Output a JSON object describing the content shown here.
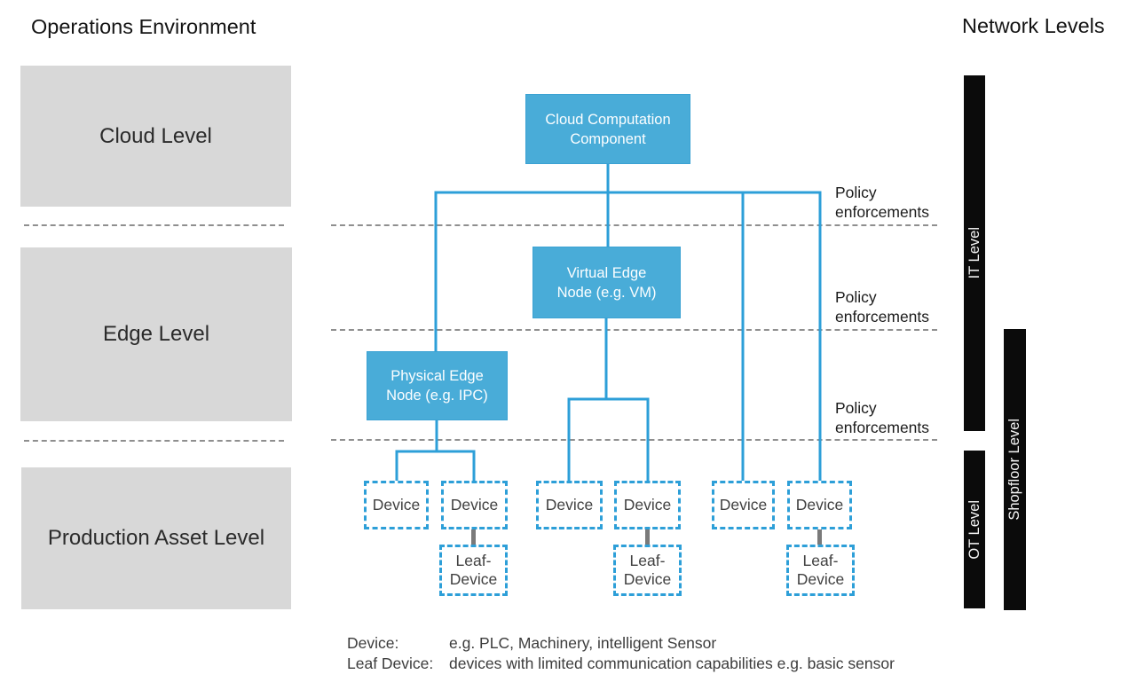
{
  "titles": {
    "operations": "Operations Environment",
    "network": "Network Levels"
  },
  "operations_levels": [
    {
      "label": "Cloud Level"
    },
    {
      "label": "Edge Level"
    },
    {
      "label": "Production Asset Level"
    }
  ],
  "network_levels": [
    {
      "label": "IT Level"
    },
    {
      "label": "Shopfloor Level"
    },
    {
      "label": "OT Level"
    }
  ],
  "nodes": {
    "cloud": {
      "lines": [
        "Cloud Computation",
        "Component"
      ]
    },
    "virtual_edge": {
      "lines": [
        "Virtual Edge",
        "Node (e.g.  VM)"
      ]
    },
    "physical_edge": {
      "lines": [
        "Physical Edge",
        "Node (e.g.  IPC)"
      ]
    }
  },
  "policy_labels": [
    "Policy enforcements",
    "Policy enforcements",
    "Policy enforcements"
  ],
  "devices": [
    "Device",
    "Device",
    "Device",
    "Device",
    "Device",
    "Device"
  ],
  "leaf_devices": [
    "Leaf-Device",
    "Leaf-Device",
    "Leaf-Device"
  ],
  "legend": {
    "rows": [
      {
        "term": "Device:",
        "definition": "e.g. PLC, Machinery, intelligent Sensor"
      },
      {
        "term": "Leaf Device:",
        "definition": "devices with limited communication capabilities e.g. basic sensor"
      }
    ]
  },
  "colors": {
    "accent_blue": "#2D9FD8",
    "node_fill": "#49ACD8",
    "level_gray": "#D8D8D8",
    "bar_black": "#0B0B0B",
    "connector_gray": "#7A7A7A",
    "dash_gray": "#8F8F8F"
  }
}
